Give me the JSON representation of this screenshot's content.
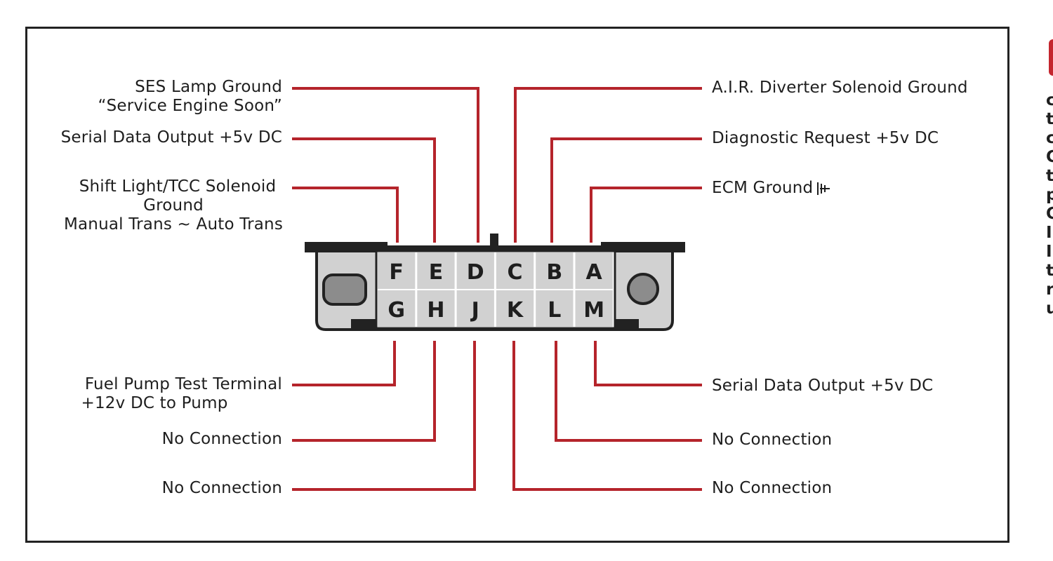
{
  "pins_top": [
    "F",
    "E",
    "D",
    "C",
    "B",
    "A"
  ],
  "pins_bottom": [
    "G",
    "H",
    "J",
    "K",
    "L",
    "M"
  ],
  "labels_left": {
    "d": [
      "SES Lamp Ground",
      "“Service Engine Soon”"
    ],
    "e": [
      "Serial Data Output +5v DC"
    ],
    "f": [
      "Shift Light/TCC Solenoid",
      "Ground",
      "Manual Trans ~ Auto Trans"
    ],
    "g": [
      "Fuel Pump Test Terminal",
      "+12v DC to Pump"
    ],
    "h": [
      "No Connection"
    ],
    "j": [
      "No Connection"
    ]
  },
  "labels_right": {
    "c": [
      "A.I.R. Diverter Solenoid Ground"
    ],
    "b": [
      "Diagnostic Request +5v DC"
    ],
    "a": [
      "ECM Ground"
    ],
    "m": [
      "Serial Data Output +5v DC"
    ],
    "l": [
      "No Connection"
    ],
    "k": [
      "No Connection"
    ]
  },
  "side_text": [
    "c",
    "t",
    "c",
    "C",
    "t",
    "p",
    "C",
    "I",
    "I",
    "t",
    "r",
    "u"
  ],
  "colors": {
    "wire": "#b5242b",
    "connector_fill": "#d1d1d1",
    "outline": "#222222",
    "accent": "#c4262e"
  },
  "icons": {
    "ecm_ground": "ground-icon"
  }
}
